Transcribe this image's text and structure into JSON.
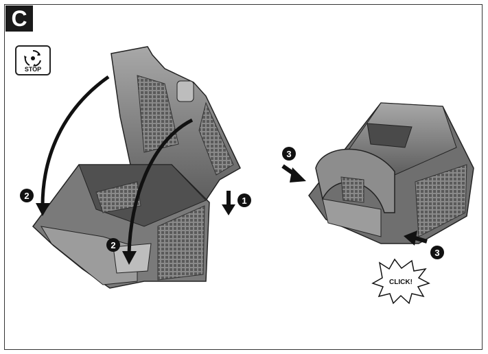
{
  "section": {
    "label": "C"
  },
  "stop_icon": {
    "label": "STOP",
    "icon": "rotating-blade-stop-icon"
  },
  "steps": {
    "close_lid": "1",
    "hook_left": "2",
    "hook_center": "2",
    "press_top": "3",
    "press_bottom": "3"
  },
  "click_label": "CLICK!",
  "colors": {
    "ink": "#1a1a1a",
    "basket": "#6d6d6d",
    "basket_light": "#9a9a9a",
    "basket_dark": "#3c3c3c"
  }
}
